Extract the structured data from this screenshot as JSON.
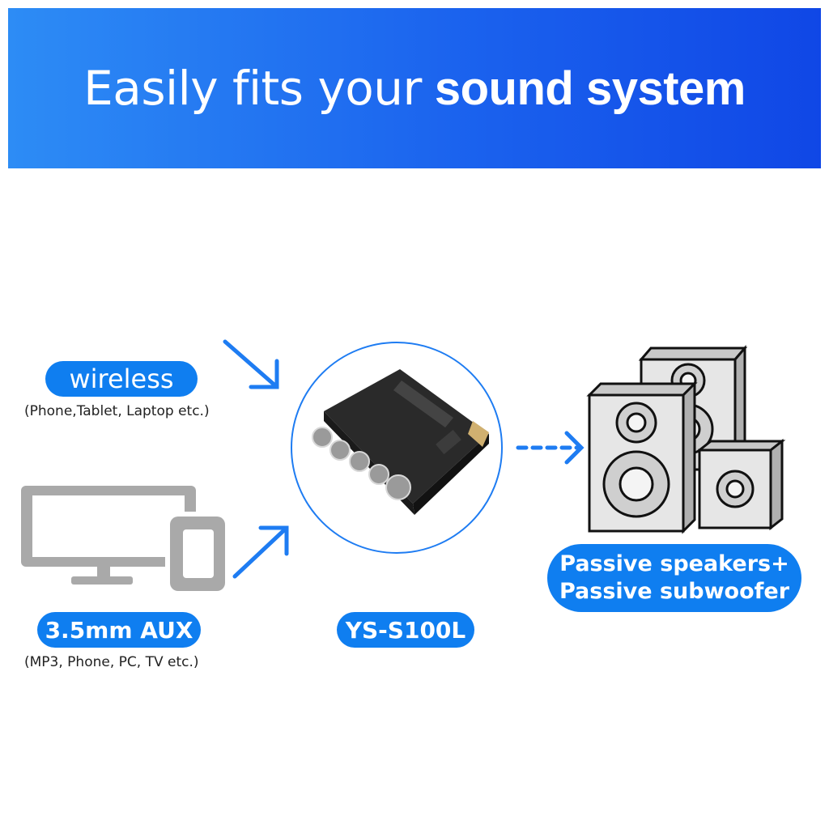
{
  "banner": {
    "title_part_a": "Easily fits your",
    "title_part_b": "sound system"
  },
  "inputs": {
    "wireless": {
      "label": "wireless",
      "description": "(Phone,Tablet, Laptop etc.)"
    },
    "aux": {
      "label": "3.5mm AUX",
      "description": "(MP3, Phone, PC, TV etc.)"
    }
  },
  "device": {
    "model": "YS-S100L"
  },
  "output": {
    "line1": "Passive speakers+",
    "line2": "Passive subwoofer"
  },
  "colors": {
    "accent": "#0f7ef0",
    "banner_left": "#2d8cf5",
    "banner_right": "#1047e6",
    "icon_gray": "#a9a9a9"
  }
}
